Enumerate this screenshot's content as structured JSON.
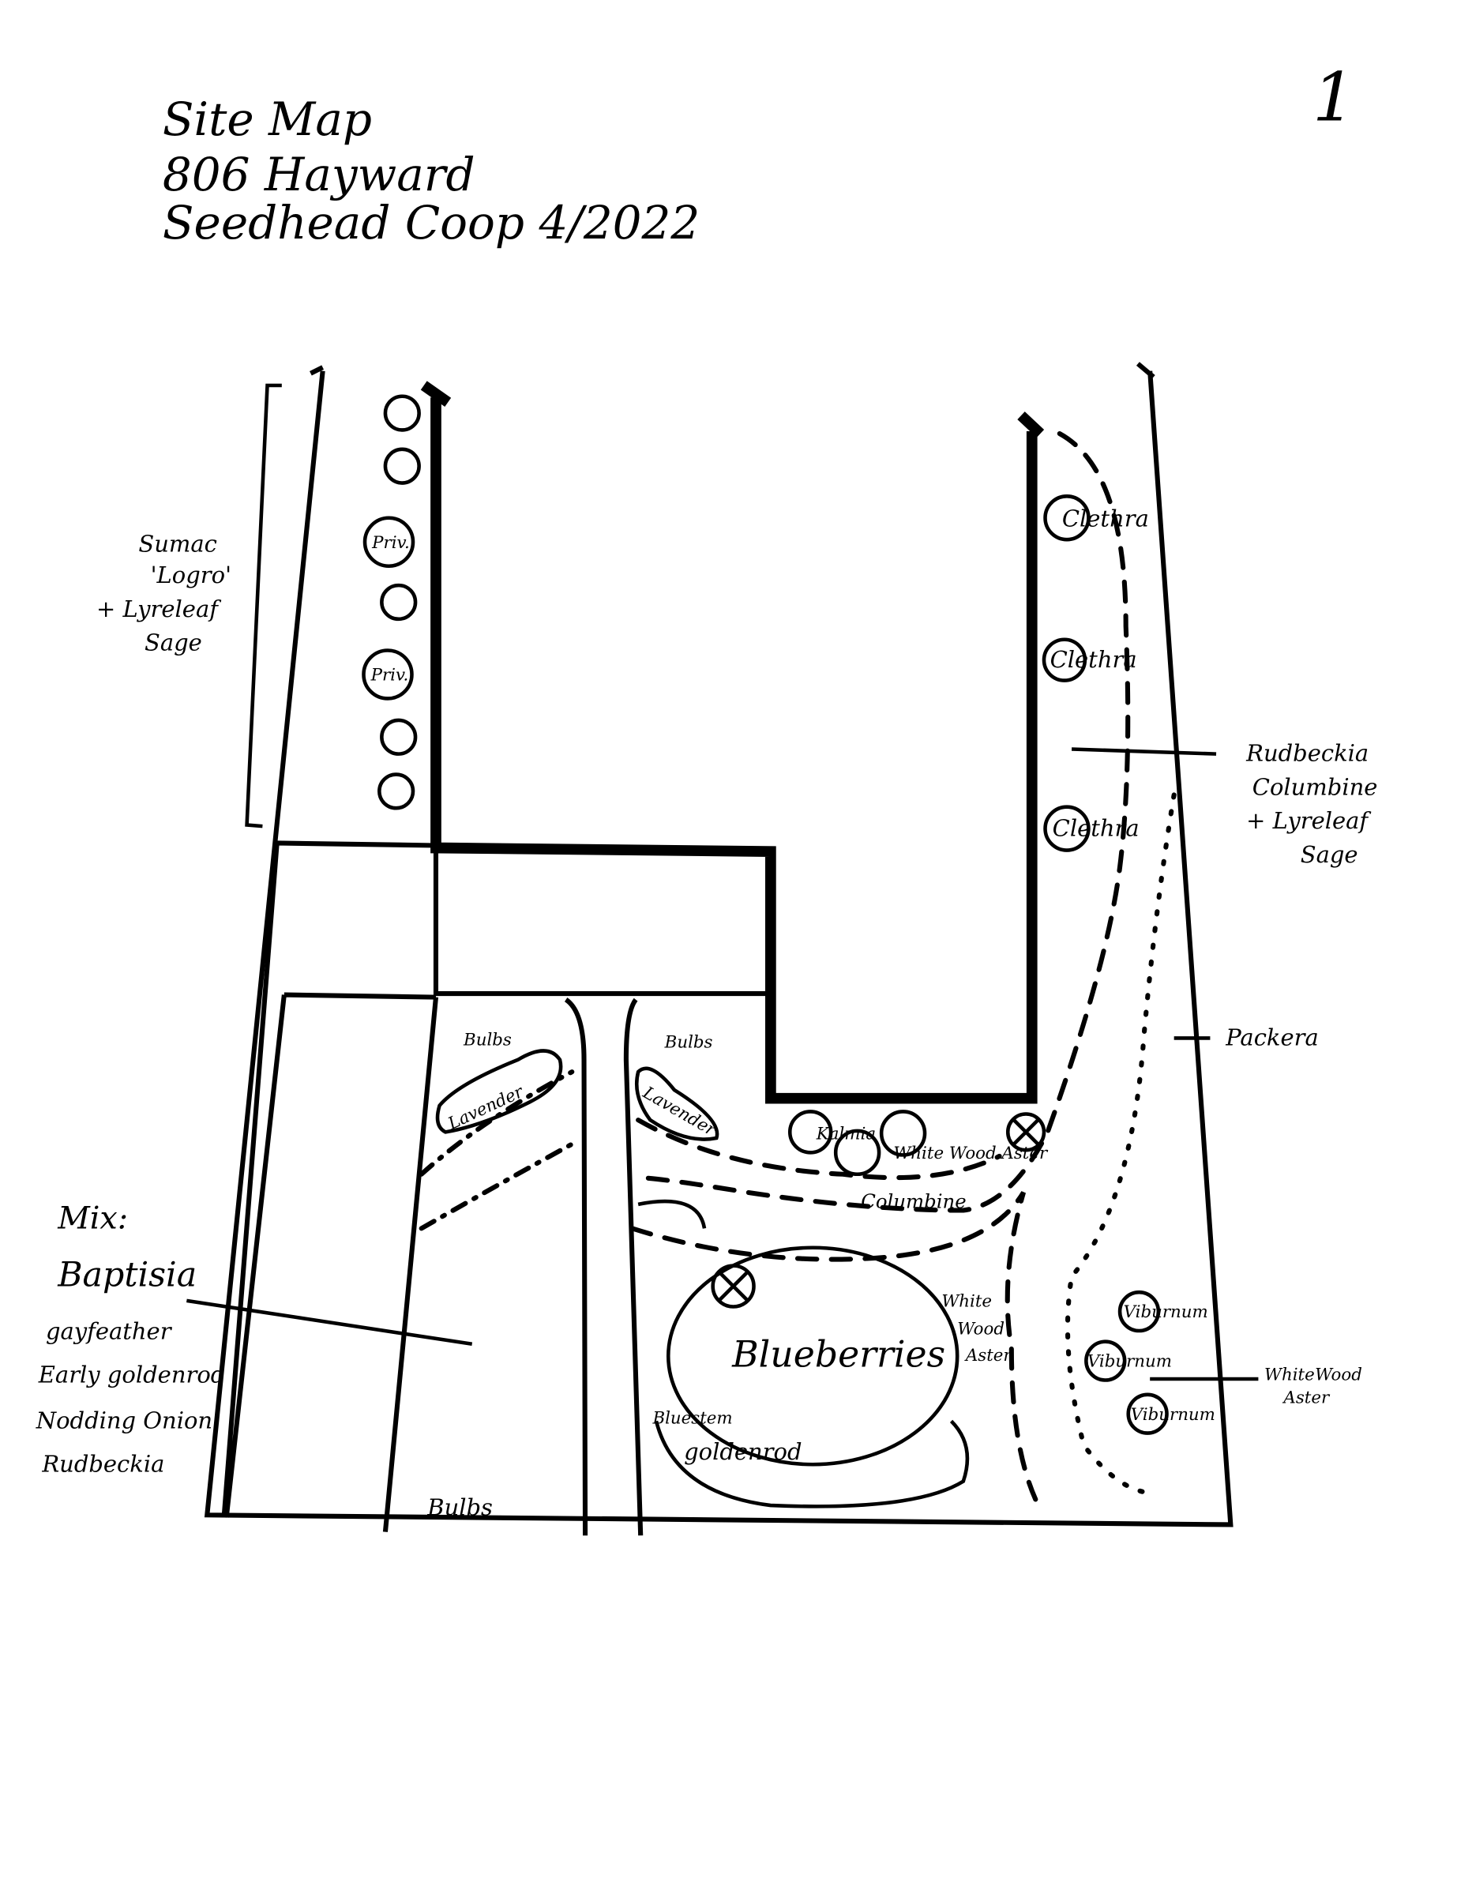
{
  "header": {
    "title": "Site Map",
    "address": "806 Hayward",
    "org_date": "Seedhead Coop  4/2022",
    "page_number": "1"
  },
  "labels": {
    "sumac": [
      "Sumac",
      "'Logro'",
      "+ Lyreleaf",
      "Sage"
    ],
    "priv": "Priv.",
    "clethra": "Clethra",
    "rudbeckia_group": [
      "Rudbeckia",
      "Columbine",
      "+ Lyreleaf",
      "Sage"
    ],
    "packera": "Packera",
    "bulbs": "Bulbs",
    "lavender": "Lavender",
    "kalmia": "Kalmia",
    "white_wood_aster": "White Wood Aster",
    "white": "White",
    "wood": "Wood",
    "aster": "Aster",
    "columbine": "Columbine",
    "blueberries": "Blueberries",
    "bluestem": [
      "Bluestem",
      "goldenrod"
    ],
    "viburnum": "Viburnum",
    "mix": [
      "Mix:",
      "Baptisia",
      "gayfeather",
      "Early goldenrod",
      "Nodding Onion",
      "Rudbeckia"
    ]
  }
}
